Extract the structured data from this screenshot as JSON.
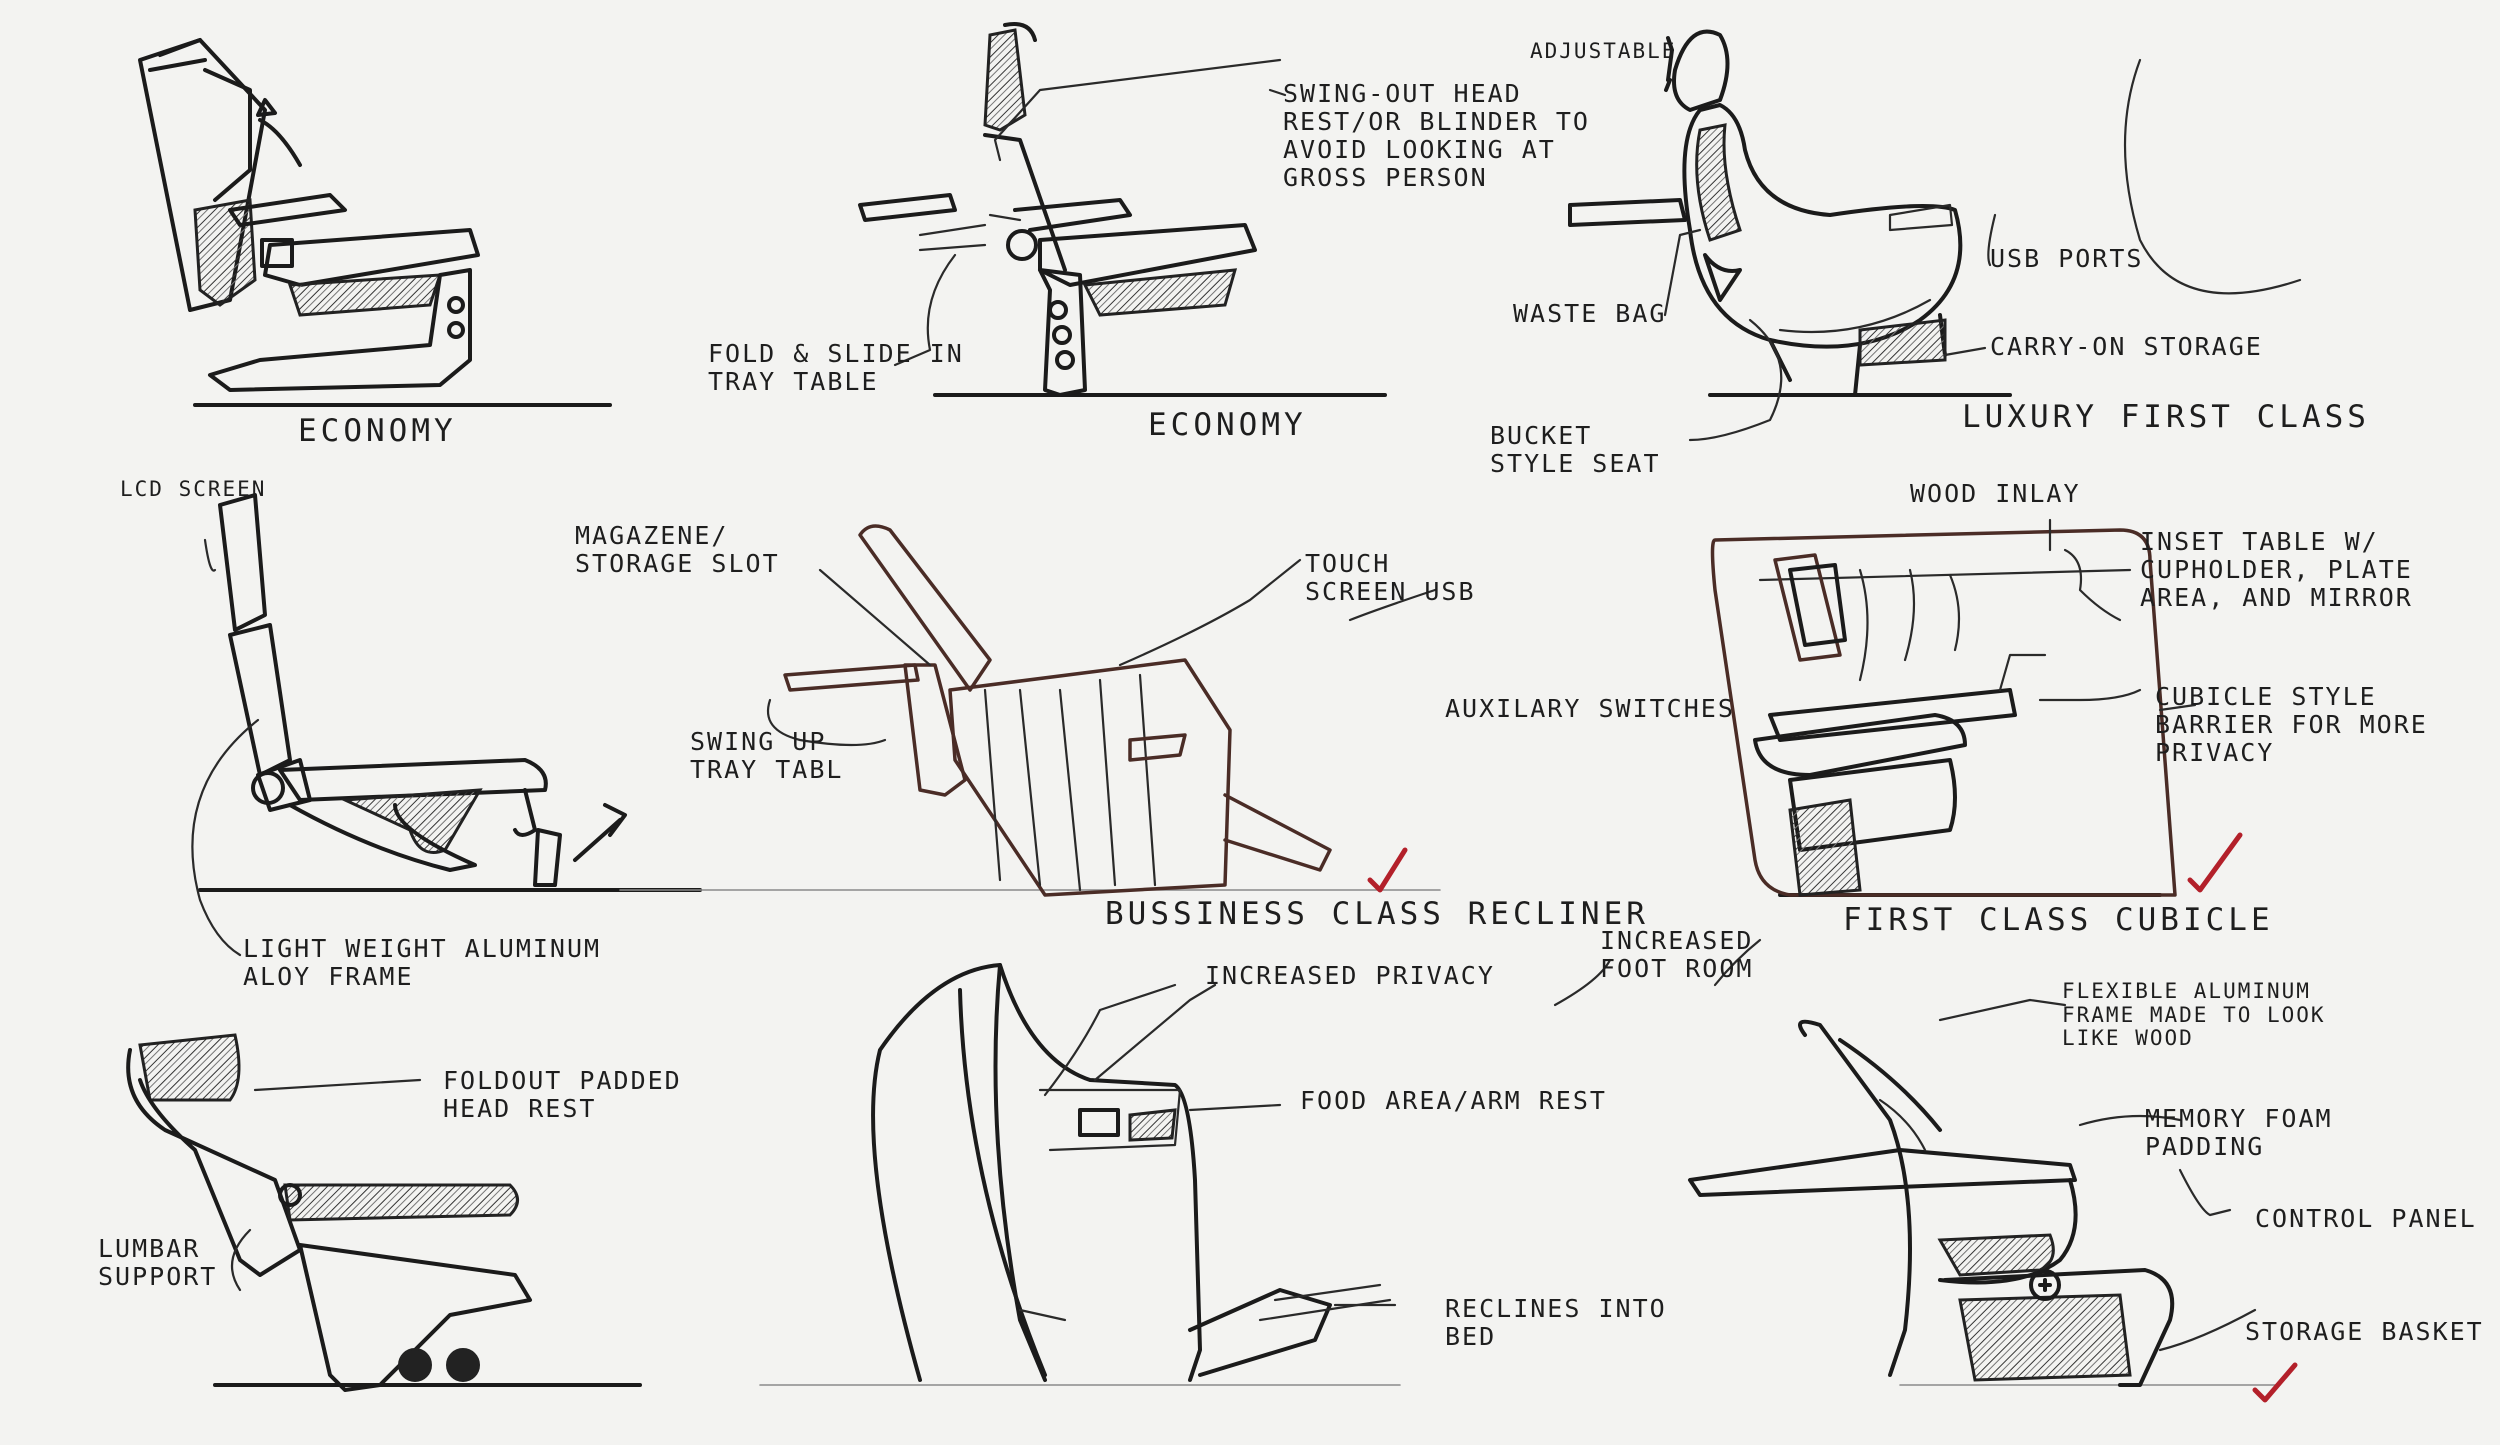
{
  "sketches": [
    {
      "caption": "Economy",
      "callouts": []
    },
    {
      "caption": "Economy",
      "callouts": [
        "Swing-out head rest/or blinder to avoid looking at gross person",
        "Fold & slide in tray table"
      ]
    },
    {
      "caption": "Luxury first class",
      "callouts": [
        "Adjustable",
        "USB ports",
        "Waste bag",
        "Carry-on storage",
        "Bucket style seat"
      ]
    },
    {
      "caption": "",
      "callouts": [
        "LCD screen",
        "Light weight aluminum aloy frame"
      ]
    },
    {
      "caption": "Bussiness class recliner",
      "callouts": [
        "Magazene/ storage slot",
        "Touch screen USB",
        "Swing up tray tabl"
      ]
    },
    {
      "caption": "First class cubicle",
      "callouts": [
        "Wood inlay",
        "Inset table w/ cupholder, plate area, and mirror",
        "Auxilary switches",
        "Cubicle style barrier for more privacy",
        "Increased foot room"
      ]
    },
    {
      "caption": "",
      "callouts": [
        "Foldout padded head rest",
        "Lumbar support"
      ]
    },
    {
      "caption": "",
      "callouts": [
        "Increased privacy",
        "Food area/arm rest",
        "Reclines into bed"
      ]
    },
    {
      "caption": "",
      "callouts": [
        "Flexible aluminum frame made to look like wood",
        "Memory foam padding",
        "Control panel",
        "Storage basket"
      ]
    }
  ],
  "approved_marks": 3,
  "colors": {
    "paper": "#f3f3f1",
    "ink": "#1b1b1b",
    "accent_ink": "#4a2c26",
    "check_mark": "#b3202a"
  }
}
